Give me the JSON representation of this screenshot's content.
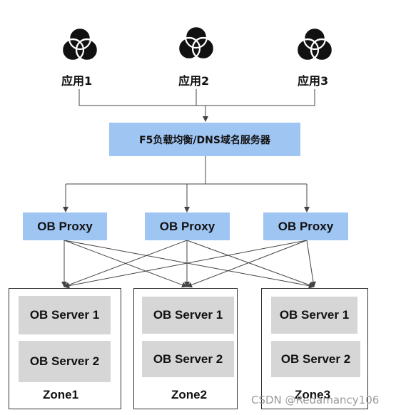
{
  "apps": [
    {
      "label": "应用1",
      "icon": "app-venn-icon"
    },
    {
      "label": "应用2",
      "icon": "app-venn-icon"
    },
    {
      "label": "应用3",
      "icon": "app-venn-icon"
    }
  ],
  "load_balancer": {
    "label": "F5负载均衡/DNS域名服务器"
  },
  "proxies": [
    {
      "label": "OB Proxy"
    },
    {
      "label": "OB Proxy"
    },
    {
      "label": "OB Proxy"
    }
  ],
  "zones": [
    {
      "label": "Zone1",
      "servers": [
        "OB Server 1",
        "OB Server 2"
      ]
    },
    {
      "label": "Zone2",
      "servers": [
        "OB Server 1",
        "OB Server 2"
      ]
    },
    {
      "label": "Zone3",
      "servers": [
        "OB Server 1",
        "OB Server 2"
      ]
    }
  ],
  "watermark": "CSDN @Redamancy106",
  "colors": {
    "box_blue": "#9fc5f3",
    "server_gray": "#d6d6d6",
    "line": "#444444"
  }
}
